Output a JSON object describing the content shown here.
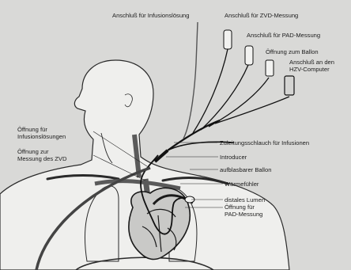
{
  "labels": {
    "infusion_port": "Anschluß für Infusionslösung",
    "zvd_port": "Anschluß für ZVD-Messung",
    "pad_port": "Anschluß für PAD-Messung",
    "balloon_opening": "Öffnung zum Ballon",
    "hzv_port_line1": "Anschluß an den",
    "hzv_port_line2": "HZV-Computer",
    "infusion_opening_line1": "Öffnung für",
    "infusion_opening_line2": "Infusionslösungen",
    "zvd_opening_line1": "Öffnung zur",
    "zvd_opening_line2": "Messung des ZVD",
    "supply_tube": "Zuleitungsschlauch für  Infusionen",
    "introducer": "Introducer",
    "balloon": "aufblasbarer Ballon",
    "thermistor": "Wärmefühler",
    "distal_lumen": "distales Lumen",
    "pad_opening_line1": "Öffnung für",
    "pad_opening_line2": "PAD-Messung"
  },
  "colors": {
    "background": "#d9d9d7",
    "body_fill": "#efefed",
    "outline": "#2a2a2a",
    "vessel": "#5a5a5a",
    "heart": "#c9c9c7"
  }
}
